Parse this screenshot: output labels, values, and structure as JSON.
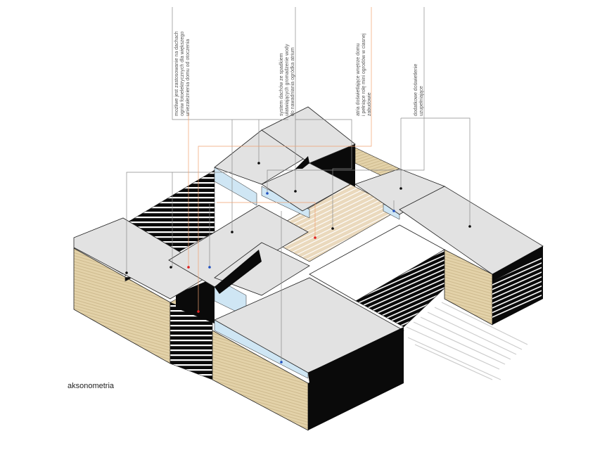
{
  "caption": "aksonometria",
  "annotations": [
    {
      "id": "photovoltaic",
      "lines": [
        "możliwe jest zastosowanie na dachach",
        "ogniw fotoelektrycznych dla większego",
        "uniezależnienia domu od otoczenia"
      ]
    },
    {
      "id": "roof-system",
      "lines": [
        "system dachów ze spadkiem",
        "ułatwiających gromadzenie wody",
        "do nawadniania ogródka atrium"
      ]
    },
    {
      "id": "atrium",
      "lines": [
        "atria doświetlające wnętrze domu",
        "i pełniące rolę mini ogrodów w ciasnej",
        "zabudowie"
      ]
    },
    {
      "id": "skylights",
      "lines": [
        "dodatkowe doświetlenie",
        "uzupełniające"
      ]
    }
  ],
  "colors": {
    "roof": "#e2e2e2",
    "wood": "#e3d2a9",
    "wood_line": "#c9b487",
    "deck": "#ead9bd",
    "glass": "#cfe6f4",
    "black": "#0a0a0a",
    "leader": "#8a8a8a",
    "leader_orange": "#f0a070",
    "dot_red": "#e02020",
    "dot_blue": "#2050c0"
  }
}
